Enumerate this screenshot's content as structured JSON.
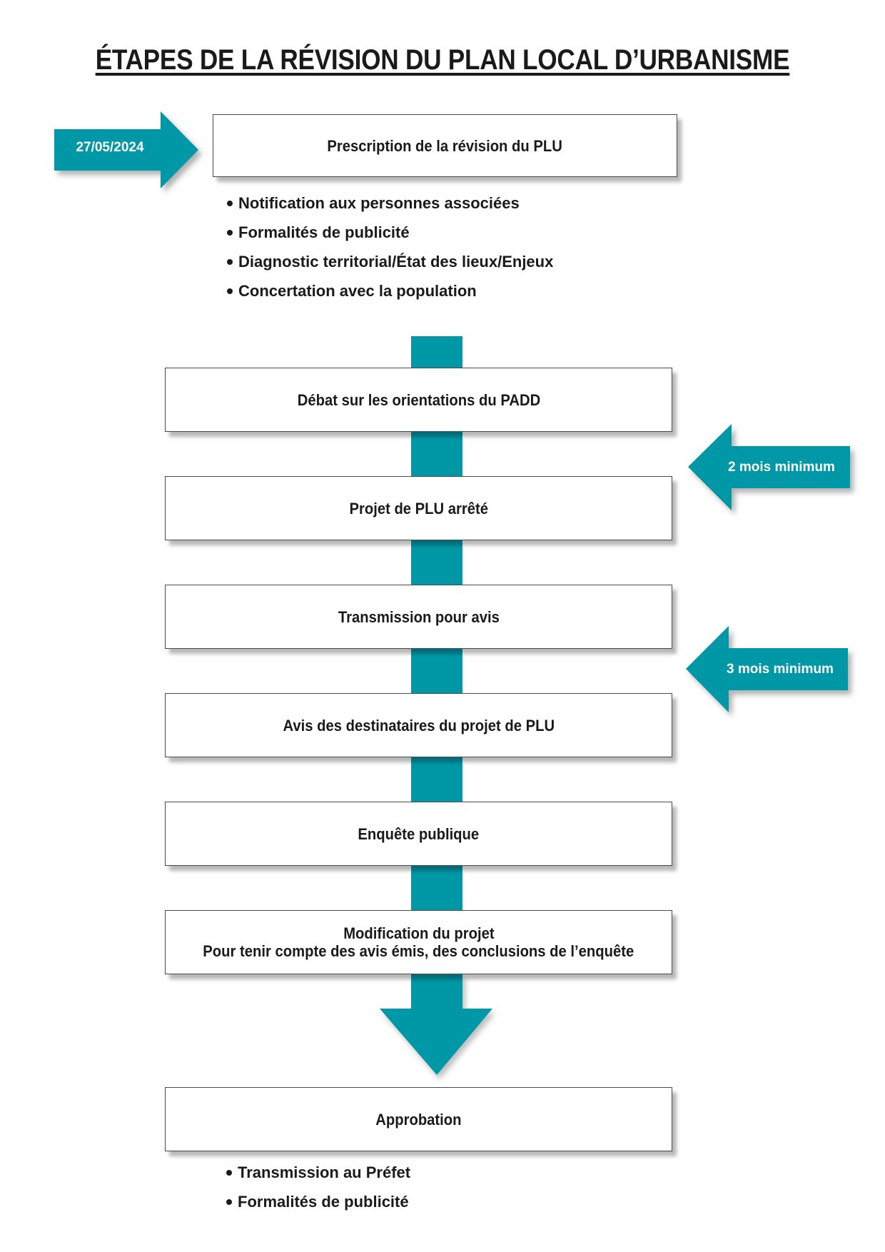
{
  "title": "ÉTAPES DE LA RÉVISION DU PLAN LOCAL D’URBANISME",
  "colors": {
    "arrow": "#0097a7",
    "box_border": "#4a4a4a"
  },
  "start_arrow": {
    "label": "27/05/2024"
  },
  "steps": [
    {
      "label": "Prescription de la révision du PLU"
    },
    {
      "label": "Débat sur les orientations du PADD"
    },
    {
      "label": "Projet de PLU arrêté"
    },
    {
      "label": "Transmission pour avis"
    },
    {
      "label": "Avis des destinataires du projet de PLU"
    },
    {
      "label": "Enquête publique"
    },
    {
      "label": "Modification du projet",
      "sublabel": "Pour tenir compte des avis émis, des conclusions de l’enquête"
    },
    {
      "label": "Approbation"
    }
  ],
  "prescription_bullets": [
    "Notification aux personnes associées",
    "Formalités de publicité",
    "Diagnostic territorial/État des lieux/Enjeux",
    "Concertation avec la population"
  ],
  "approbation_bullets": [
    "Transmission au Préfet",
    "Formalités de publicité"
  ],
  "side_arrows": [
    {
      "label": "2 mois minimum"
    },
    {
      "label": "3 mois minimum"
    }
  ]
}
